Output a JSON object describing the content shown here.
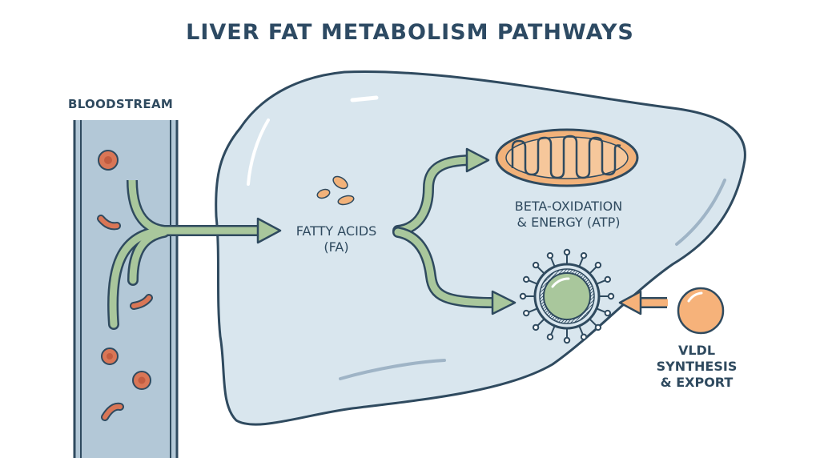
{
  "title": "LIVER FAT METABOLISM PATHWAYS",
  "labels": {
    "bloodstream": "BLOODSTREAM",
    "fatty_acids": [
      "FATTY ACIDS",
      "(FA)"
    ],
    "beta_oxidation": [
      "BETA-OXIDATION",
      "& ENERGY (ATP)"
    ],
    "vldl": [
      "VLDL",
      "SYNTHESIS",
      "& EXPORT"
    ]
  },
  "colors": {
    "outline": "#2f4a5f",
    "liver_fill": "#d9e6ee",
    "vessel_fill": "#b3c8d7",
    "arrow_green": "#a9c79c",
    "blood_cell": "#d97656",
    "mitochondrion": "#f2b27a",
    "lipoprotein_core": "#a9c79c",
    "vldl_particle": "#f6b27a"
  }
}
